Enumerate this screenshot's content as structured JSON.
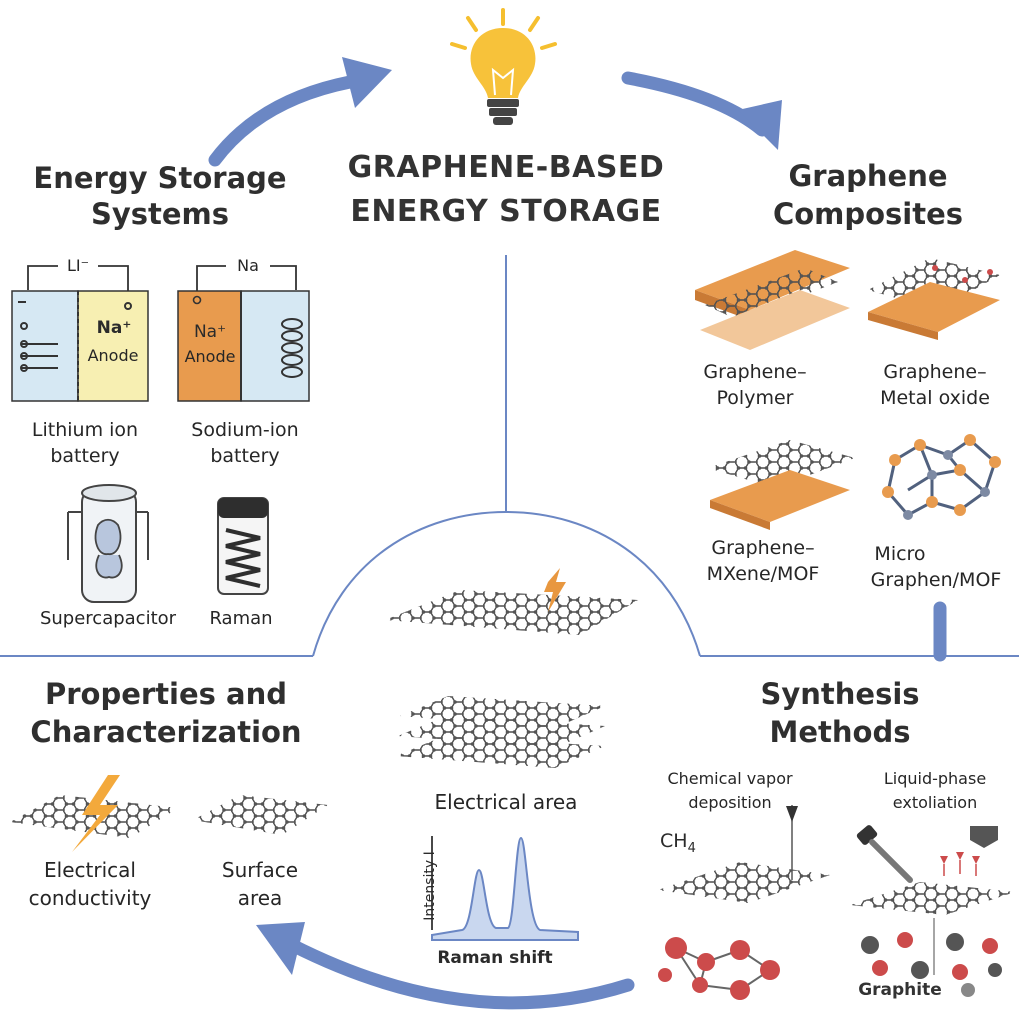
{
  "title": {
    "line1": "GRAPHENE-BASED",
    "line2": "ENERGY STORAGE"
  },
  "energy_storage": {
    "heading_line1": "Energy Storage",
    "heading_line2": "Systems",
    "li_cell": {
      "top_label": "LI⁻",
      "ion": "Na⁺",
      "electrode": "Anode",
      "caption_line1": "Lithium ion",
      "caption_line2": "battery"
    },
    "na_cell": {
      "top_label": "Na",
      "ion": "Na⁺",
      "electrode": "Anode",
      "caption_line1": "Sodium-ion",
      "caption_line2": "battery"
    },
    "supercapacitor_label": "Supercapacitor",
    "raman_label": "Raman"
  },
  "composites": {
    "heading_line1": "Graphene",
    "heading_line2": "Composites",
    "items": [
      {
        "line1": "Graphene–",
        "line2": "Polymer"
      },
      {
        "line1": "Graphene–",
        "line2": "Metal oxide"
      },
      {
        "line1": "Graphene–",
        "line2": "MXene/MOF"
      },
      {
        "line1": "Micro",
        "line2": "Graphen/MOF"
      }
    ]
  },
  "properties": {
    "heading_line1": "Properties and",
    "heading_line2": "Characterization",
    "conductivity_line1": "Electrical",
    "conductivity_line2": "conductivity",
    "surface_line1": "Surface",
    "surface_line2": "area"
  },
  "center": {
    "electrical_area": "Electrical area",
    "raman_ylabel": "Intensity I",
    "raman_xlabel": "Raman shift"
  },
  "synthesis": {
    "heading_line1": "Synthesis",
    "heading_line2": "Methods",
    "cvd_line1": "Chemical vapor",
    "cvd_line2": "deposition",
    "ch4": "CH",
    "ch4_sub": "4",
    "lpe_line1": "Liquid-phase",
    "lpe_line2": "extoliation",
    "graphite": "Graphite"
  },
  "colors": {
    "arrow": "#6b87c4",
    "accent_orange": "#e8973f",
    "bulb": "#f7c23a",
    "cell_yellow": "#f7efb2",
    "cell_blue": "#d6e8f3",
    "atom_red": "#cc4b4b"
  }
}
